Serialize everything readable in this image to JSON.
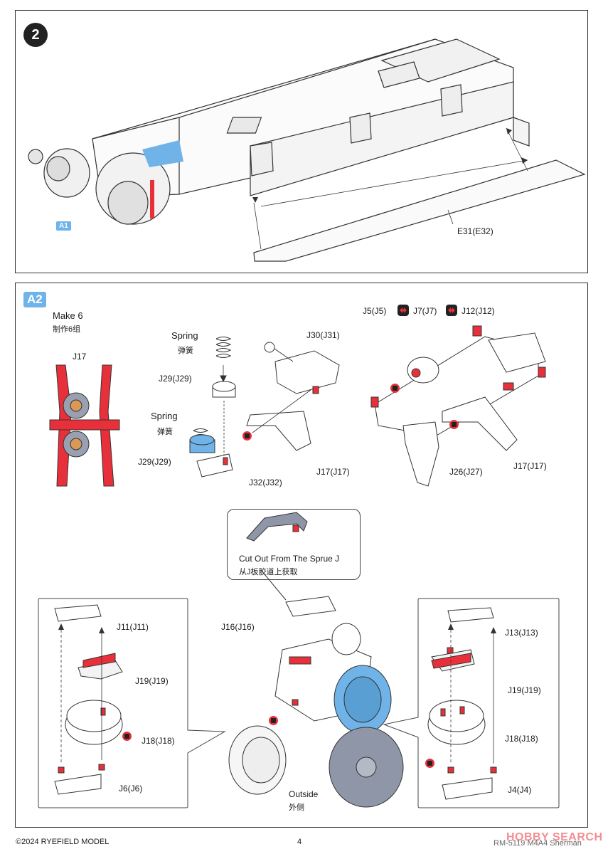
{
  "step2": {
    "number": "2",
    "a1_label": "A1",
    "part_label": "E31(E32)"
  },
  "step_a2": {
    "badge": "A2",
    "make_count": "Make 6",
    "make_count_cn": "制作6组",
    "j17_left": "J17",
    "spring_top": "Spring",
    "spring_top_cn": "弹簧",
    "j29_top": "J29(J29)",
    "spring_mid": "Spring",
    "spring_mid_cn": "弹簧",
    "j29_bottom": "J29(J29)",
    "j32": "J32(J32)",
    "j30": "J30(J31)",
    "j17_mid": "J17(J17)",
    "j5": "J5(J5)",
    "j7": "J7(J7)",
    "j12": "J12(J12)",
    "j26": "J26(J27)",
    "j17_right": "J17(J17)",
    "cutout": "Cut Out From The Sprue J",
    "cutout_cn": "从J板胶道上获取",
    "j16": "J16(J16)",
    "j11": "J11(J11)",
    "j19_left": "J19(J19)",
    "j18_left": "J18(J18)",
    "j6": "J6(J6)",
    "outside": "Outside",
    "outside_cn": "外侧",
    "j13": "J13(J13)",
    "j19_right": "J19(J19)",
    "j18_right": "J18(J18)",
    "j4": "J4(J4)"
  },
  "footer": {
    "copyright": "©2024 RYEFIELD MODEL",
    "page": "4",
    "model": "RM-5119 M4A4 Sherman",
    "watermark": "HOBBY SEARCH"
  },
  "colors": {
    "accent_blue": "#6fb3e8",
    "part_red": "#e8303a",
    "part_grey": "#8f96a8"
  }
}
